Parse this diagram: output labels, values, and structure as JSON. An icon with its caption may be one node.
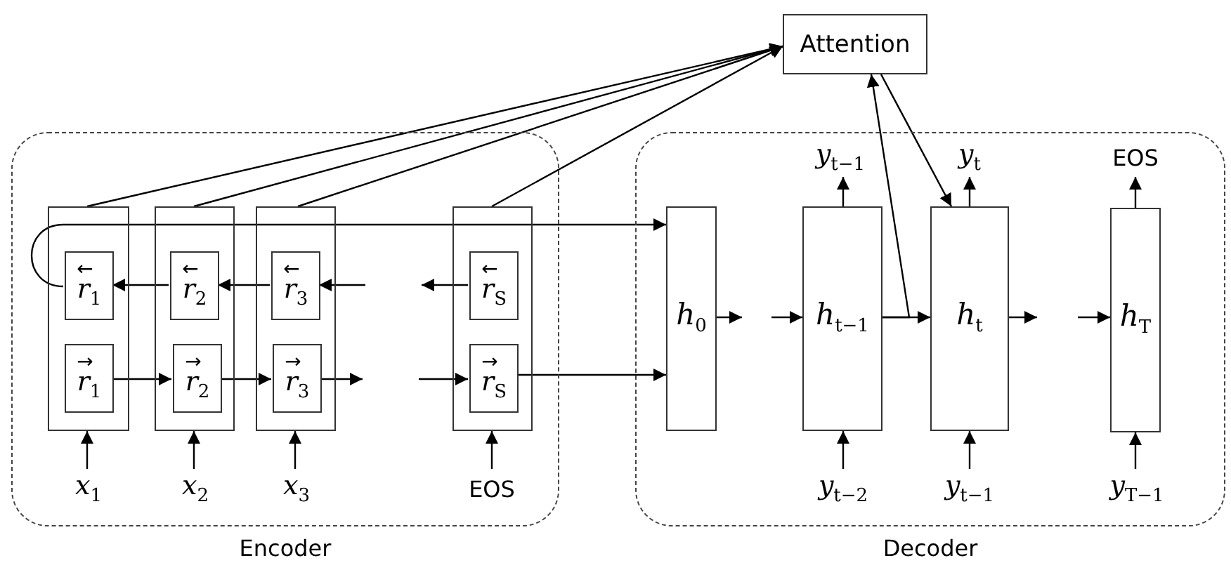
{
  "diagram": {
    "nodes": [
      {
        "text": [
          "Attention"
        ]
      },
      {
        "text": [
          "Encoder"
        ]
      },
      {
        "text": [],
        "shape": "box",
        "in": 1
      },
      {
        "text": [
          "←",
          "*r*$_{1}$"
        ],
        "in": 2
      },
      {
        "text": [
          "→",
          "*r*$_{1}$"
        ],
        "in": 2
      },
      {
        "text": [],
        "shape": "box",
        "in": 1
      },
      {
        "text": [
          "←",
          "*r*$_{2}$"
        ],
        "in": 5
      },
      {
        "text": [
          "→",
          "*r*$_{2}$"
        ],
        "in": 5
      },
      {
        "text": [],
        "shape": "box",
        "in": 1
      },
      {
        "text": [
          "←",
          "*r*$_{3}$"
        ],
        "in": 8
      },
      {
        "text": [
          "→",
          "*r*$_{3}$"
        ],
        "in": 8
      },
      {
        "text": [],
        "shape": "box",
        "in": 1
      },
      {
        "text": [
          "←",
          "*r*$_{S}$"
        ],
        "in": 11
      },
      {
        "text": [
          "→",
          "*r*$_{S}$"
        ],
        "in": 11
      },
      {
        "text": [
          "*x*$_{1}$"
        ],
        "in": 1
      },
      {
        "text": [
          "*x*$_{2}$"
        ],
        "in": 1
      },
      {
        "text": [
          "*x*$_{3}$"
        ],
        "in": 1
      },
      {
        "text": [
          "EOS"
        ],
        "in": 1
      },
      {
        "text": [
          "Decoder"
        ]
      },
      {
        "text": [
          "*h*$_{0}$"
        ],
        "in": 18
      },
      {
        "text": [
          "*y*$_{t−1}$"
        ],
        "in": 18
      },
      {
        "text": [
          "*h*$_{t−1}$"
        ],
        "in": 18
      },
      {
        "text": [
          "*y*$_{t−2}$"
        ],
        "in": 18
      },
      {
        "text": [
          "*y*$_{t}$"
        ],
        "in": 18
      },
      {
        "text": [
          "*h*$_{t}$"
        ],
        "in": 18
      },
      {
        "text": [
          "*y*$_{t−1}$"
        ],
        "in": 18
      },
      {
        "text": [
          "EOS"
        ],
        "in": 18
      },
      {
        "text": [
          "*h*$_{T}$"
        ],
        "in": 18
      },
      {
        "text": [
          "*y*$_{T−1}$"
        ],
        "in": 18
      }
    ],
    "edges": [
      {
        "from": 2,
        "to": 0,
        "arrow": "to"
      },
      {
        "from": 5,
        "to": 0,
        "arrow": "to"
      },
      {
        "from": 8,
        "to": 0,
        "arrow": "to"
      },
      {
        "from": 11,
        "to": 0,
        "arrow": "to"
      },
      {
        "from": 4,
        "to": 7,
        "arrow": "to"
      },
      {
        "from": 7,
        "to": 10,
        "arrow": "to"
      },
      {
        "from": 10,
        "to": null,
        "arrow": "to"
      },
      {
        "from": null,
        "to": 13,
        "arrow": "to"
      },
      {
        "from": 12,
        "to": null,
        "arrow": "to"
      },
      {
        "from": null,
        "to": 9,
        "arrow": "to"
      },
      {
        "from": 9,
        "to": 6,
        "arrow": "to"
      },
      {
        "from": 6,
        "to": 3,
        "arrow": "to"
      },
      {
        "from": 3,
        "to": 19,
        "arrow": "to"
      },
      {
        "from": 13,
        "to": 19,
        "arrow": "to"
      },
      {
        "from": 14,
        "to": 2,
        "arrow": "to"
      },
      {
        "from": 15,
        "to": 5,
        "arrow": "to"
      },
      {
        "from": 16,
        "to": 8,
        "arrow": "to"
      },
      {
        "from": 17,
        "to": 11,
        "arrow": "to"
      },
      {
        "from": 19,
        "to": null,
        "arrow": "to"
      },
      {
        "from": null,
        "to": 21,
        "arrow": "to"
      },
      {
        "from": 21,
        "to": 24,
        "arrow": "to"
      },
      {
        "from": 24,
        "to": null,
        "arrow": "to"
      },
      {
        "from": null,
        "to": 27,
        "arrow": "to"
      },
      {
        "from": 22,
        "to": 21,
        "arrow": "to"
      },
      {
        "from": 25,
        "to": 24,
        "arrow": "to"
      },
      {
        "from": 28,
        "to": 27,
        "arrow": "to"
      },
      {
        "from": 21,
        "to": 20,
        "arrow": "to"
      },
      {
        "from": 24,
        "to": 23,
        "arrow": "to"
      },
      {
        "from": 27,
        "to": 26,
        "arrow": "to"
      },
      {
        "from": 21,
        "to": 0,
        "arrow": "to"
      },
      {
        "from": 0,
        "to": 24,
        "arrow": "to"
      }
    ]
  }
}
